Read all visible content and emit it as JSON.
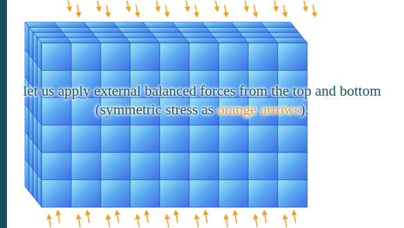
{
  "diagram": {
    "labels": [
      "let us apply external balanced forces from the top and bottom (symmetric stress as",
      "orange arrows",
      ")."
    ]
  }
}
